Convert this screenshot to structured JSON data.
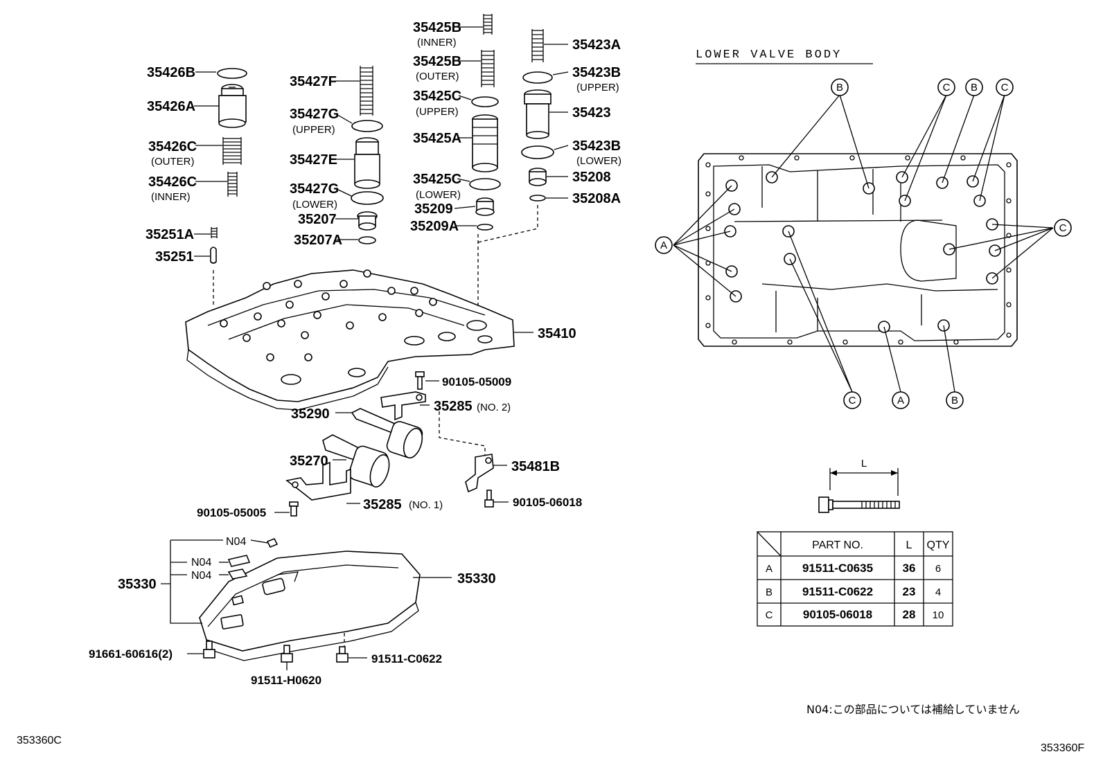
{
  "parts": {
    "p35426B": "35426B",
    "p35426A": "35426A",
    "p35426C_outer": "35426C",
    "sub_outer_1": "(OUTER)",
    "p35426C_inner": "35426C",
    "sub_inner_1": "(INNER)",
    "p35251A": "35251A",
    "p35251": "35251",
    "p35427F": "35427F",
    "p35427G_upper": "35427G",
    "sub_upper_1": "(UPPER)",
    "p35427E": "35427E",
    "p35427G_lower": "35427G",
    "sub_lower_1": "(LOWER)",
    "p35207": "35207",
    "p35207A": "35207A",
    "p35425B_inner": "35425B",
    "sub_inner_2": "(INNER)",
    "p35425B_outer": "35425B",
    "sub_outer_2": "(OUTER)",
    "p35425C_upper": "35425C",
    "sub_upper_2": "(UPPER)",
    "p35425A": "35425A",
    "p35425C_lower": "35425C",
    "sub_lower_2": "(LOWER)",
    "p35209": "35209",
    "p35209A": "35209A",
    "p35423A": "35423A",
    "p35423B_upper": "35423B",
    "sub_upper_3": "(UPPER)",
    "p35423": "35423",
    "p35423B_lower": "35423B",
    "sub_lower_3": "(LOWER)",
    "p35208": "35208",
    "p35208A": "35208A",
    "p35410": "35410",
    "p90105_05009": "90105-05009",
    "p35285_no2": "35285",
    "sub_no2": "(NO. 2)",
    "p35290": "35290",
    "p35270": "35270",
    "p35481B": "35481B",
    "p35285_no1": "35285",
    "sub_no1": "(NO. 1)",
    "p90105_05005": "90105-05005",
    "p90105_06018": "90105-06018",
    "n04_a": "N04",
    "n04_b": "N04",
    "n04_c": "N04",
    "p35330_left": "35330",
    "p35330_right": "35330",
    "p91661": "91661-60616(2)",
    "p91511_C0622": "91511-C0622",
    "p91511_H0620": "91511-H0620"
  },
  "lower_valve_body": {
    "title": "LOWER VALVE BODY",
    "callouts": {
      "top_b1": "B",
      "top_c1": "C",
      "top_b2": "B",
      "top_c2": "C",
      "left_a": "A",
      "right_c": "C",
      "bot_c": "C",
      "bot_a": "A",
      "bot_b": "B"
    }
  },
  "bolt_dimension_label": "L",
  "bolt_table": {
    "headers": {
      "part_no": "PART NO.",
      "l": "L",
      "qty": "QTY"
    },
    "rows": [
      {
        "key": "A",
        "part_no": "91511-C0635",
        "l": "36",
        "qty": "6"
      },
      {
        "key": "B",
        "part_no": "91511-C0622",
        "l": "23",
        "qty": "4"
      },
      {
        "key": "C",
        "part_no": "90105-06018",
        "l": "28",
        "qty": "10"
      }
    ]
  },
  "footnote": "N04:この部品については補給していません",
  "codes": {
    "left": "353360C",
    "right": "353360F"
  }
}
